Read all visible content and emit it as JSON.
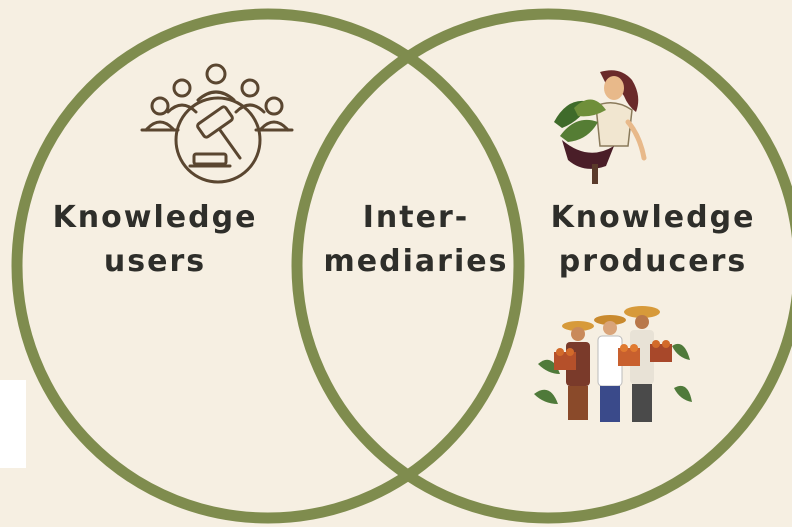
{
  "diagram": {
    "colors": {
      "background": "#f6efe2",
      "circle_stroke": "#7f8c4e",
      "text": "#2e2e2a",
      "icon_stroke": "#5a4630"
    },
    "sets": [
      {
        "id": "users",
        "lines": [
          "Knowledge",
          "users"
        ]
      },
      {
        "id": "intermediaries",
        "lines": [
          "Inter-",
          "mediaries"
        ]
      },
      {
        "id": "producers",
        "lines": [
          "Knowledge",
          "producers"
        ]
      }
    ],
    "icons": {
      "left": "judge-gavel-audience-icon",
      "right_top": "woman-with-plants-icon",
      "right_bottom": "farmers-with-harvest-icon"
    }
  }
}
